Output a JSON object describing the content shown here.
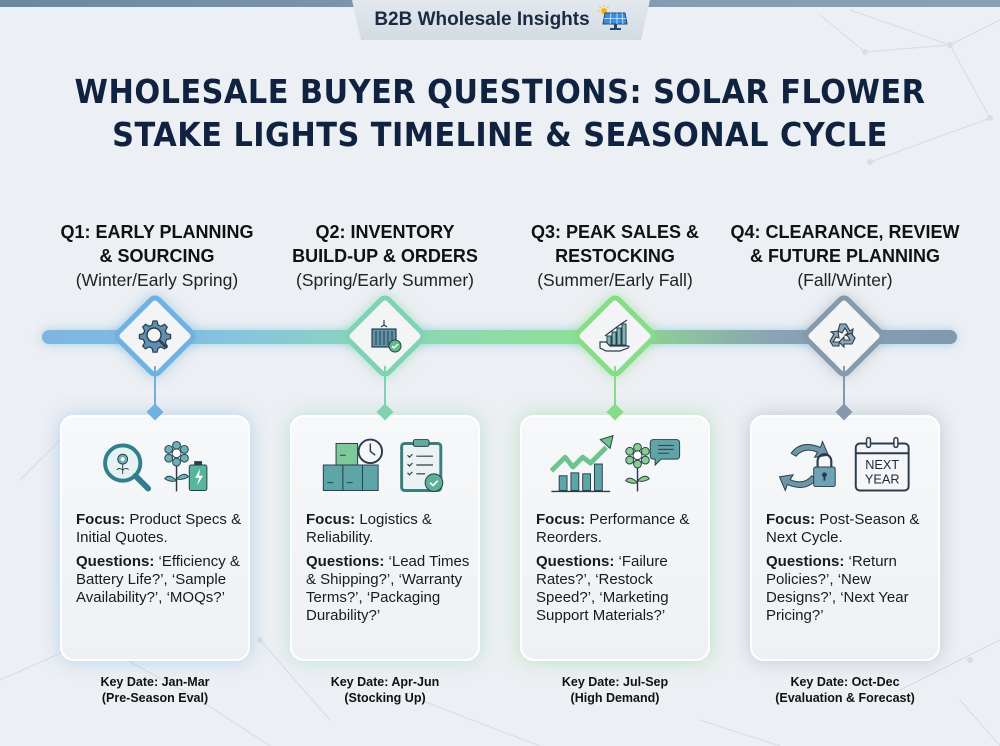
{
  "header": {
    "tab_title": "B2B Wholesale Insights",
    "tab_icon": "solar-panel-icon",
    "title_line1": "WHOLESALE BUYER QUESTIONS: SOLAR FLOWER",
    "title_line2": "STAKE LIGHTS TIMELINE & SEASONAL CYCLE"
  },
  "colors": {
    "title": "#0f2240",
    "q1": "#6fb1e0",
    "q2": "#7fd3b3",
    "q3": "#86dc87",
    "q4": "#8599ad",
    "background": "#eceff3"
  },
  "phases": [
    {
      "title_line1": "Q1: EARLY PLANNING",
      "title_line2": "& SOURCING",
      "season": "(Winter/Early Spring)",
      "node_icon": "gear-search-icon",
      "card_icons": [
        "magnifier-flower-icon",
        "flower-battery-icon"
      ],
      "focus_label": "Focus:",
      "focus": "Product Specs & Initial Quotes.",
      "questions_label": "Questions:",
      "questions": "‘Efficiency & Battery Life?’, ‘Sample Availability?’, ‘MOQs?’",
      "key_date": "Key Date: Jan-Mar",
      "key_date_note": "(Pre-Season Eval)"
    },
    {
      "title_line1": "Q2: INVENTORY",
      "title_line2": "BUILD-UP & ORDERS",
      "season": "(Spring/Early Summer)",
      "node_icon": "shipping-container-check-icon",
      "card_icons": [
        "boxes-clock-icon",
        "clipboard-check-icon"
      ],
      "focus_label": "Focus:",
      "focus": "Logistics & Reliability.",
      "questions_label": "Questions:",
      "questions": "‘Lead Times & Shipping?’, ‘Warranty Terms?’, ‘Packaging Durability?’",
      "key_date": "Key Date: Apr-Jun",
      "key_date_note": "(Stocking Up)"
    },
    {
      "title_line1": "Q3: PEAK SALES &",
      "title_line2": "RESTOCKING",
      "season": "(Summer/Early Fall)",
      "node_icon": "hand-growth-chart-icon",
      "card_icons": [
        "bar-chart-up-icon",
        "flower-chat-icon"
      ],
      "focus_label": "Focus:",
      "focus": "Performance & Reorders.",
      "questions_label": "Questions:",
      "questions": "‘Failure Rates?’, ‘Restock Speed?’, ‘Marketing Support Materials?’",
      "key_date": "Key Date: Jul-Sep",
      "key_date_note": "(High Demand)"
    },
    {
      "title_line1": "Q4: CLEARANCE, REVIEW",
      "title_line2": "& FUTURE PLANNING",
      "season": "(Fall/Winter)",
      "node_icon": "recycle-icon",
      "card_icons": [
        "cycle-lock-icon",
        "calendar-next-year-icon"
      ],
      "calendar_text_1": "NEXT",
      "calendar_text_2": "YEAR",
      "focus_label": "Focus:",
      "focus": "Post-Season & Next Cycle.",
      "questions_label": "Questions:",
      "questions": "‘Return Policies?’, ‘New Designs?’, ‘Next Year Pricing?’",
      "key_date": "Key Date: Oct-Dec",
      "key_date_note": "(Evaluation & Forecast)"
    }
  ]
}
